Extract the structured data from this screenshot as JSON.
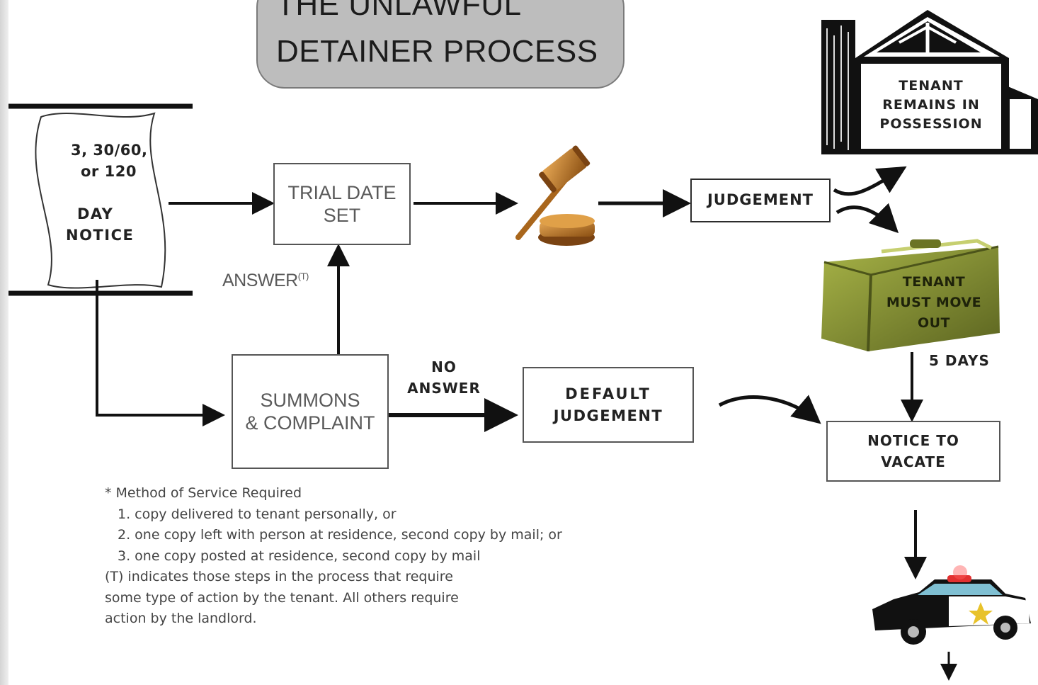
{
  "title": {
    "line1": "THE UNLAWFUL",
    "line2": "DETAINER PROCESS"
  },
  "nodes": {
    "notice": {
      "line1": "3, 30/60,",
      "line2": "or 120",
      "line3": "DAY",
      "line4": "NOTICE"
    },
    "trial": {
      "line1": "TRIAL  DATE",
      "line2": "SET"
    },
    "judgement": "JUDGEMENT",
    "summons": {
      "line1": "SUMMONS",
      "line2": "& COMPLAINT"
    },
    "default_judgement": {
      "line1": "DEFAULT",
      "line2": "JUDGEMENT"
    },
    "remains": {
      "line1": "TENANT",
      "line2": "REMAINS IN",
      "line3": "POSSESSION"
    },
    "move_out": {
      "line1": "TENANT",
      "line2": "MUST MOVE",
      "line3": "OUT"
    },
    "notice_vacate": {
      "line1": "NOTICE TO",
      "line2": "VACATE"
    }
  },
  "labels": {
    "answer": "ANSWER",
    "answer_sup": "(T)",
    "no_answer_1": "NO",
    "no_answer_2": "ANSWER",
    "five_days": "5 DAYS"
  },
  "footnote": {
    "heading": "* Method of Service Required",
    "items": [
      "1. copy delivered to tenant personally, or",
      "2. one copy left with person at residence, second copy by mail; or",
      "3. one copy posted at residence, second copy by mail"
    ],
    "note": [
      "(T) indicates those steps in the process that require",
      "some type of action by the tenant.  All others require",
      "action by the landlord."
    ]
  },
  "icons": [
    "gavel-icon",
    "house-icon",
    "suitcase-icon",
    "police-car-icon"
  ],
  "colors": {
    "title_fill": "#bdbdbd",
    "suitcase": "#7d8a2c",
    "gavel": "#b8731f",
    "police_light": "#e23030"
  }
}
